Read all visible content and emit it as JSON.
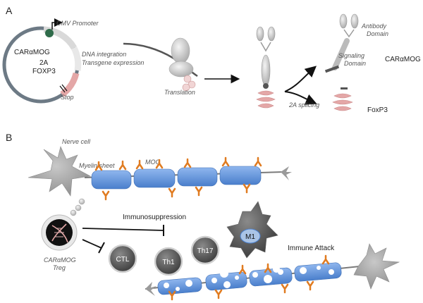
{
  "panel_a": {
    "letter": "A",
    "plasmid_gene": "CARαMOG",
    "plasmid_2a": "2A",
    "plasmid_foxp3": "FOXP3",
    "promoter": "CMV Promoter",
    "stop": "Stop",
    "integration_line1": "DNA integration",
    "integration_line2": "Transgene expression",
    "translation": "Translation",
    "splicing": "2A splicing",
    "antibody_line1": "Antibody",
    "antibody_line2": "Domain",
    "signaling_line1": "Signaling",
    "signaling_line2": "Domain",
    "product_car": "CARαMOG",
    "product_foxp3": "FoxP3"
  },
  "panel_b": {
    "letter": "B",
    "nerve_cell": "Nerve cell",
    "myelin_sheet": "Myelin sheet",
    "mog": "MOG",
    "immunosuppression": "Immunosuppression",
    "treg_line1": "CARαMOG",
    "treg_line2": "Treg",
    "ctl": "CTL",
    "th1": "Th1",
    "th17": "Th17",
    "m1": "M1",
    "immune_attack": "Immune  Attack"
  },
  "colors": {
    "myelin_blue": "#5b8fd6",
    "mog_orange": "#e07b20",
    "neuron_grey": "#9a9a9a",
    "foxp3_pink": "#e4a7a7",
    "cell_dark": "#555555"
  }
}
